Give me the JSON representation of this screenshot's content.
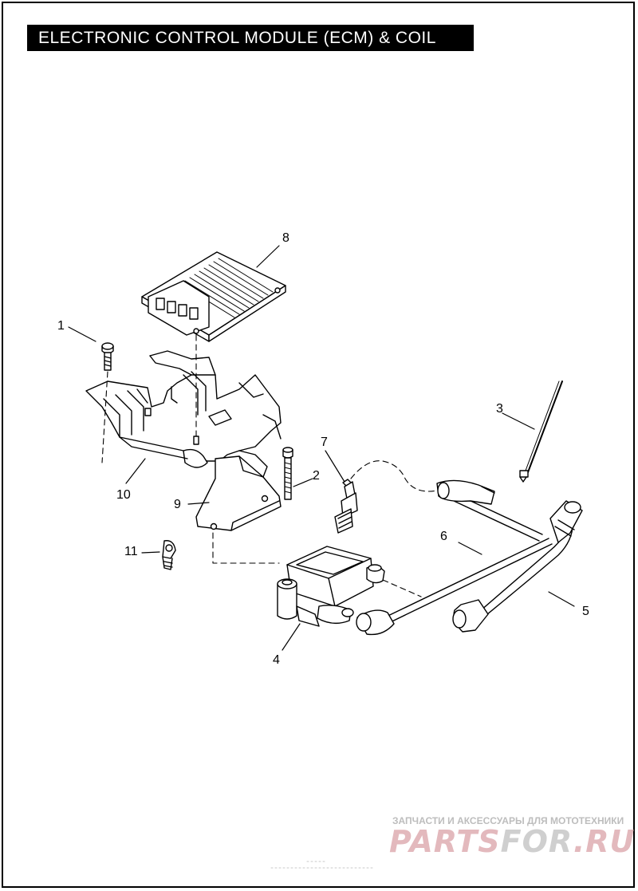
{
  "title": "ELECTRONIC CONTROL MODULE (ECM) & COIL",
  "callouts": [
    "1",
    "2",
    "3",
    "4",
    "5",
    "6",
    "7",
    "8",
    "9",
    "10",
    "11"
  ],
  "watermark": {
    "tagline": "ЗАПЧАСТИ И АКСЕССУАРЫ ДЛЯ МОТОТЕХНИКИ",
    "brand_a": "PARTS",
    "brand_b": "FOR",
    "brand_c": ".RU"
  },
  "colors": {
    "ink": "#000000",
    "background": "#ffffff",
    "watermark_red": "#e3b9bd",
    "watermark_gray": "#cfcfcf"
  }
}
